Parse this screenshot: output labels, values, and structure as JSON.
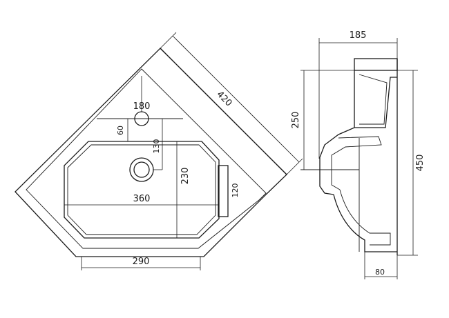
{
  "plan_view": {
    "dim_overall_side": "420",
    "dim_tap_hole_offset": "180",
    "dim_60": "60",
    "dim_130": "130",
    "dim_230": "230",
    "dim_120": "120",
    "dim_360": "360",
    "dim_front_width": "290"
  },
  "side_view": {
    "dim_depth": "185",
    "dim_250": "250",
    "dim_height": "450",
    "dim_bracket": "80"
  }
}
